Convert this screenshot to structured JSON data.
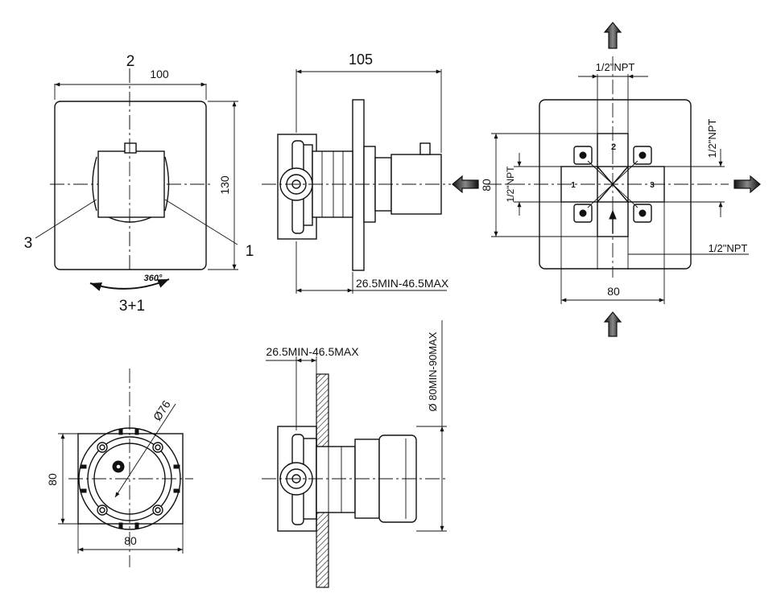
{
  "front_view": {
    "width_dim": "100",
    "height_dim": "130",
    "label_top": "2",
    "label_left": "3",
    "label_right": "1",
    "rotation_text": "360°",
    "label_bottom": "3+1"
  },
  "side_view": {
    "depth_dim": "105",
    "range_dim": "26.5MIN-46.5MAX"
  },
  "back_view": {
    "npt_top": "1/2\"NPT",
    "npt_right": "1/2\"NPT",
    "npt_left": "1/2\"NPT",
    "npt_bottom": "1/2\"NPT",
    "height_dim": "80",
    "width_dim": "80",
    "port_top": "2",
    "port_left": "1",
    "port_right": "3"
  },
  "bottom_front_view": {
    "diameter_dim": "Ø76",
    "height_dim": "80",
    "width_dim": "80"
  },
  "bottom_side_view": {
    "range_dim": "26.5MIN-46.5MAX",
    "diameter_range_dim": "Ø 80MIN-90MAX"
  }
}
